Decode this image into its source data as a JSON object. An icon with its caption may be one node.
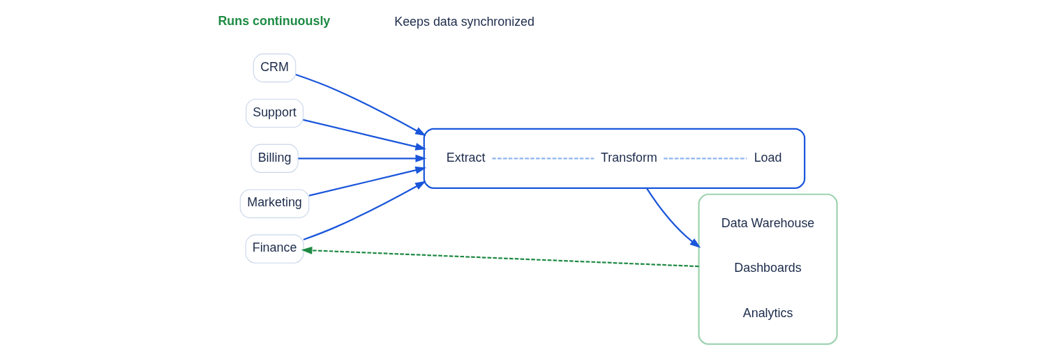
{
  "diagram": {
    "nodes": [
      {
        "text": [
          "CRM"
        ]
      },
      {
        "text": [
          "Support"
        ]
      },
      {
        "text": [
          "Billing"
        ]
      },
      {
        "text": [
          "Marketing"
        ]
      },
      {
        "text": [
          "Finance"
        ]
      },
      {
        "text": [],
        "shape": "box"
      },
      {
        "text": [
          "Extract"
        ],
        "in": 5
      },
      {
        "text": [
          "Transform"
        ],
        "in": 5
      },
      {
        "text": [
          "Load"
        ],
        "in": 5
      },
      {
        "text": [],
        "shape": "box"
      },
      {
        "text": [
          "Data Warehouse"
        ],
        "in": 9
      },
      {
        "text": [
          "Dashboards"
        ],
        "in": 9
      },
      {
        "text": [
          "Analytics"
        ],
        "in": 9
      }
    ],
    "edges": [
      {
        "from": 0,
        "to": 5,
        "arrow": "to"
      },
      {
        "from": 1,
        "to": 5,
        "arrow": "to"
      },
      {
        "from": 2,
        "to": 5,
        "arrow": "to"
      },
      {
        "from": 3,
        "to": 5,
        "arrow": "to"
      },
      {
        "from": 4,
        "to": 5,
        "arrow": "to"
      },
      {
        "from": 6,
        "to": 7,
        "arrow": "none",
        "style": "dashed",
        "color": "#8fb4f0"
      },
      {
        "from": 7,
        "to": 8,
        "arrow": "none",
        "style": "dashed",
        "color": "#8fb4f0"
      },
      {
        "from": 5,
        "to": 9,
        "arrow": "to"
      },
      {
        "from": 9,
        "to": 4,
        "arrow": "to",
        "style": "dashed",
        "color": "#1e8a44"
      }
    ],
    "labels": [
      "Runs continuously",
      "Keeps data synchronized"
    ]
  }
}
